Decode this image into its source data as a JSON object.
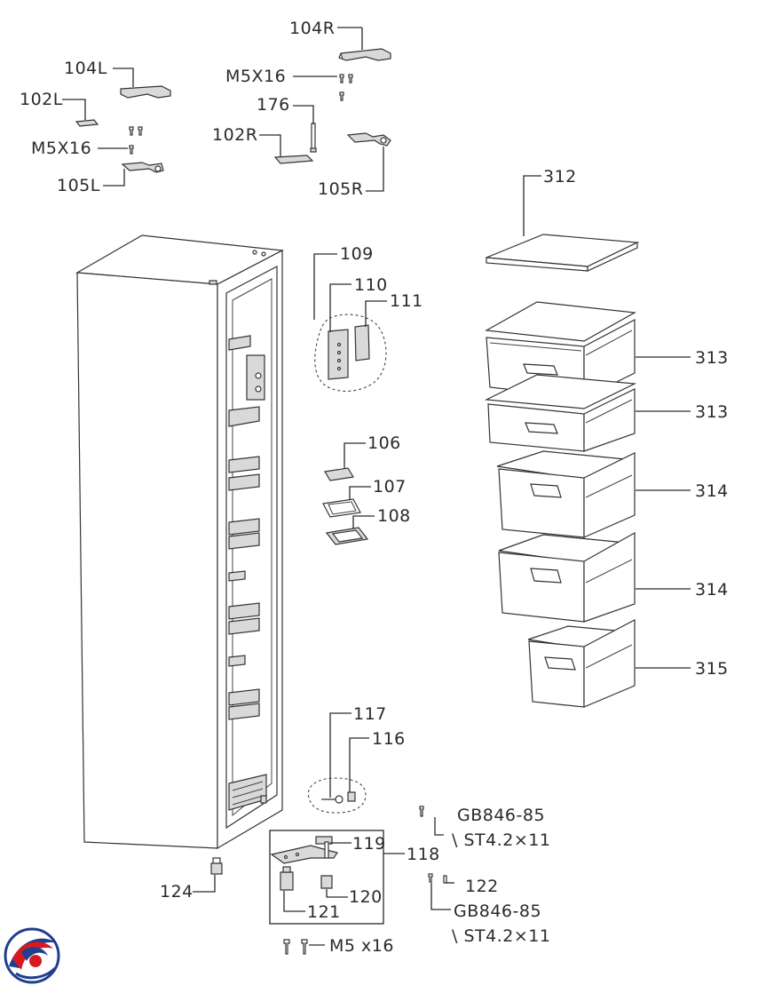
{
  "labels": {
    "p104R": "104R",
    "m5x16_top": "M5X16",
    "p176": "176",
    "p102R": "102R",
    "p105R": "105R",
    "p104L": "104L",
    "p102L": "102L",
    "m5x16_left": "M5X16",
    "p105L": "105L",
    "p109": "109",
    "p110": "110",
    "p111": "111",
    "p106": "106",
    "p107": "107",
    "p108": "108",
    "p312": "312",
    "p313a": "313",
    "p313b": "313",
    "p314a": "314",
    "p314b": "314",
    "p315": "315",
    "p117": "117",
    "p116": "116",
    "gb_top_1": "GB846-85",
    "gb_top_2": "\\ ST4.2×11",
    "p119": "119",
    "p118": "118",
    "p122": "122",
    "gb_bot_1": "GB846-85",
    "gb_bot_2": "\\ ST4.2×11",
    "p120": "120",
    "p121": "121",
    "p124": "124",
    "m5x16_bottom": "M5 x16"
  },
  "logo": {
    "colors": {
      "red": "#d71920",
      "blue": "#1e3f8f"
    }
  }
}
